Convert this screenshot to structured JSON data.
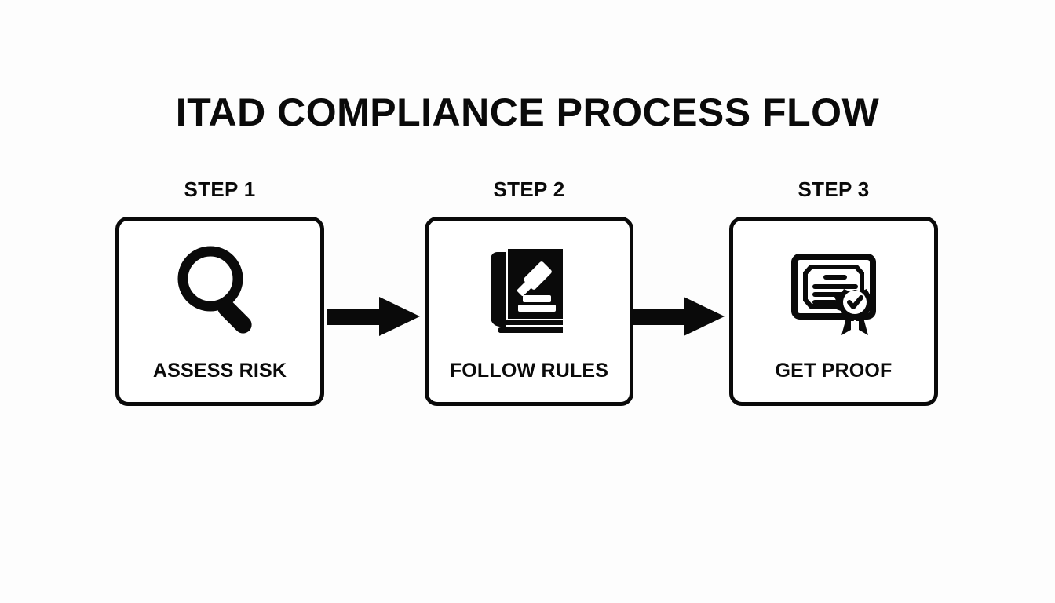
{
  "title": "ITAD COMPLIANCE PROCESS FLOW",
  "theme": {
    "background": "#fdfdfd",
    "ink": "#0a0a0a",
    "card_fill": "#ffffff"
  },
  "steps": [
    {
      "step_label": "STEP 1",
      "card_label": "ASSESS RISK",
      "icon": "magnifying-glass-icon"
    },
    {
      "step_label": "STEP 2",
      "card_label": "FOLLOW RULES",
      "icon": "law-book-gavel-icon"
    },
    {
      "step_label": "STEP 3",
      "card_label": "GET PROOF",
      "icon": "certificate-award-icon"
    }
  ],
  "arrows": [
    {
      "name": "arrow-step1-to-step2",
      "direction": "right"
    },
    {
      "name": "arrow-step2-to-step3",
      "direction": "right"
    }
  ]
}
